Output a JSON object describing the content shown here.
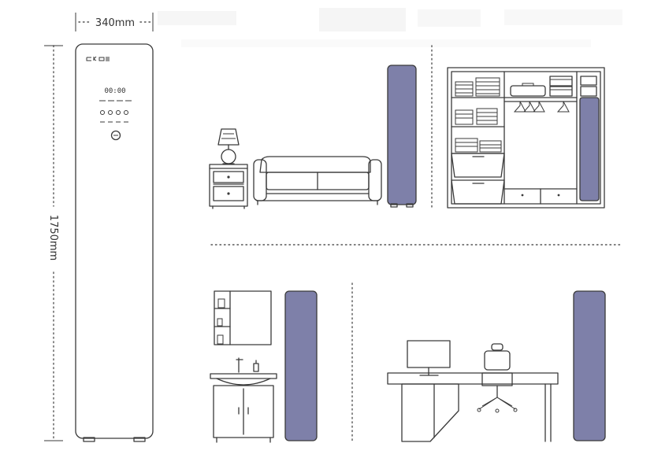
{
  "dimensions": {
    "width_label": "340mm",
    "height_label": "1750mm"
  },
  "device": {
    "display_digits": "00:00",
    "colors": {
      "outline": "#3a3a3a",
      "panel": "#ffffff"
    }
  },
  "colors": {
    "unit_fill": "#7e80a9",
    "line": "#3a3a3a",
    "faint_text": "#dddddd"
  },
  "scenes": [
    "living-room",
    "wardrobe",
    "bathroom",
    "office"
  ]
}
